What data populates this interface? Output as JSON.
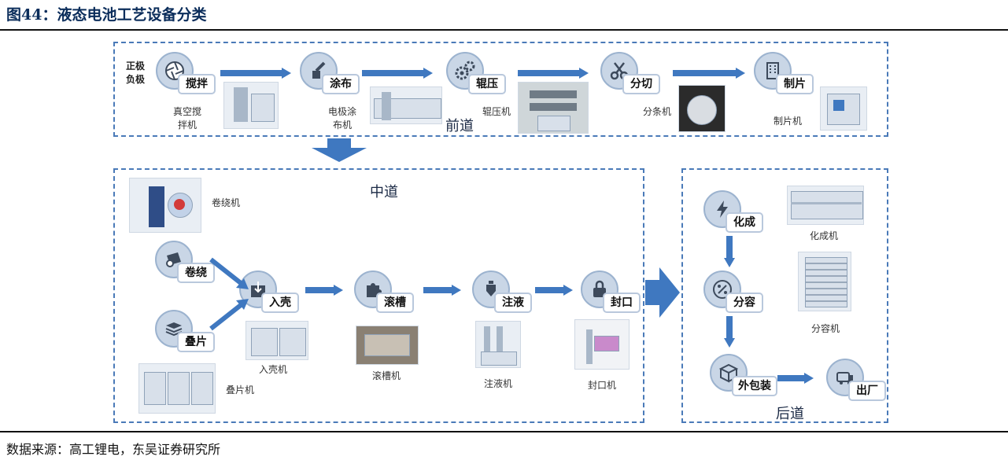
{
  "title": "图44：液态电池工艺设备分类",
  "source": "数据来源：高工锂电，东吴证券研究所",
  "colors": {
    "accent": "#3f78c0",
    "title": "#0b2d5b",
    "circle": "#c9d6e6"
  },
  "front": {
    "label": "前道",
    "side_label_1": "正极",
    "side_label_2": "负极",
    "steps": [
      {
        "label": "搅拌",
        "icon": "aperture-icon"
      },
      {
        "label": "涂布",
        "icon": "brush-icon"
      },
      {
        "label": "辊压",
        "icon": "gears-icon"
      },
      {
        "label": "分切",
        "icon": "scissors-icon"
      },
      {
        "label": "制片",
        "icon": "building-icon"
      }
    ],
    "machines": [
      {
        "label_1": "真空搅",
        "label_2": "拌机"
      },
      {
        "label_1": "电极涂",
        "label_2": "布机"
      },
      {
        "label_1": "辊压机",
        "label_2": ""
      },
      {
        "label_1": "分条机",
        "label_2": ""
      },
      {
        "label_1": "制片机",
        "label_2": ""
      }
    ]
  },
  "middle": {
    "label": "中道",
    "winding_machine": "卷绕机",
    "steps": [
      {
        "label": "卷绕",
        "icon": "roll-icon"
      },
      {
        "label": "叠片",
        "icon": "stack-icon"
      },
      {
        "label": "入壳",
        "icon": "box-down-icon"
      },
      {
        "label": "滚槽",
        "icon": "puzzle-icon"
      },
      {
        "label": "注液",
        "icon": "injector-icon"
      },
      {
        "label": "封口",
        "icon": "lock-icon"
      }
    ],
    "machines": {
      "stack": "叠片机",
      "case": "入壳机",
      "groove": "滚槽机",
      "inject": "注液机",
      "seal": "封口机"
    }
  },
  "back": {
    "label": "后道",
    "steps": [
      {
        "label": "化成",
        "icon": "lightning-icon"
      },
      {
        "label": "分容",
        "icon": "percent-icon"
      },
      {
        "label": "外包装",
        "icon": "package-icon"
      },
      {
        "label": "出厂",
        "icon": "truck-icon"
      }
    ],
    "machines": {
      "formation": "化成机",
      "grading": "分容机"
    }
  }
}
